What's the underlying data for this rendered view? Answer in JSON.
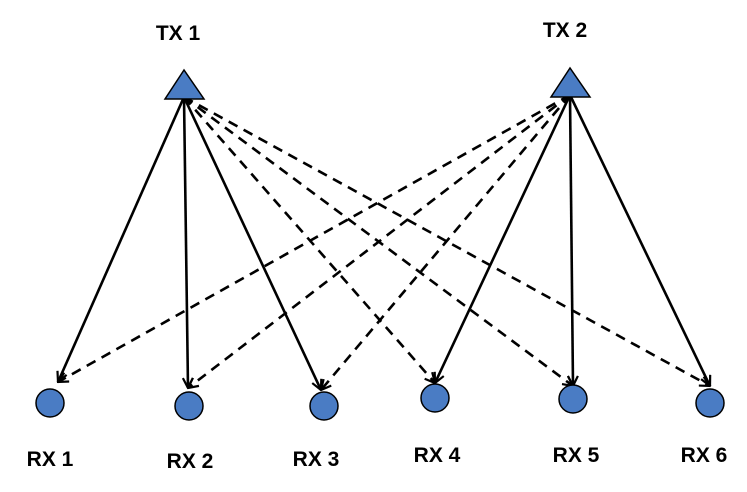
{
  "diagram": {
    "transmitters": [
      {
        "id": "tx1",
        "label": "TX 1"
      },
      {
        "id": "tx2",
        "label": "TX 2"
      }
    ],
    "receivers": [
      {
        "id": "rx1",
        "label": "RX 1"
      },
      {
        "id": "rx2",
        "label": "RX 2"
      },
      {
        "id": "rx3",
        "label": "RX 3"
      },
      {
        "id": "rx4",
        "label": "RX 4"
      },
      {
        "id": "rx5",
        "label": "RX 5"
      },
      {
        "id": "rx6",
        "label": "RX 6"
      }
    ],
    "links": [
      {
        "from": "tx1",
        "to": "rx1",
        "style": "solid"
      },
      {
        "from": "tx1",
        "to": "rx2",
        "style": "solid"
      },
      {
        "from": "tx1",
        "to": "rx3",
        "style": "solid"
      },
      {
        "from": "tx1",
        "to": "rx4",
        "style": "dashed"
      },
      {
        "from": "tx1",
        "to": "rx5",
        "style": "dashed"
      },
      {
        "from": "tx1",
        "to": "rx6",
        "style": "dashed"
      },
      {
        "from": "tx2",
        "to": "rx1",
        "style": "dashed"
      },
      {
        "from": "tx2",
        "to": "rx2",
        "style": "dashed"
      },
      {
        "from": "tx2",
        "to": "rx3",
        "style": "dashed"
      },
      {
        "from": "tx2",
        "to": "rx4",
        "style": "solid"
      },
      {
        "from": "tx2",
        "to": "rx5",
        "style": "solid"
      },
      {
        "from": "tx2",
        "to": "rx6",
        "style": "solid"
      }
    ],
    "colors": {
      "node_fill": "#4a7cc4",
      "stroke": "#000000"
    }
  }
}
